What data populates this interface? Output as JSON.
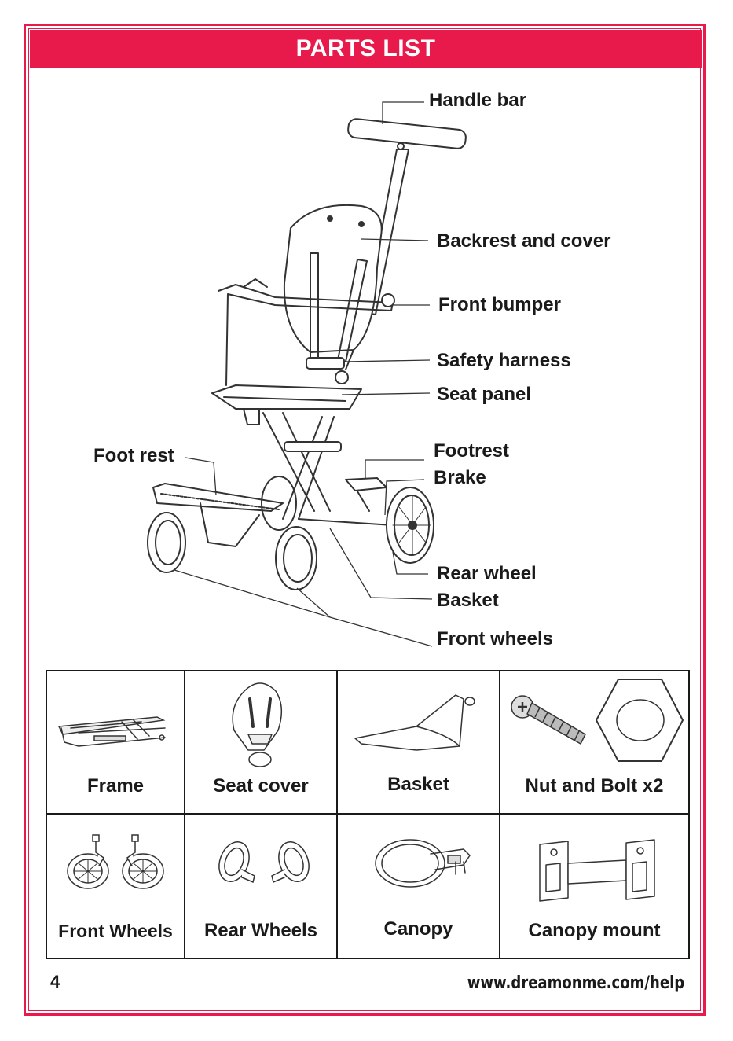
{
  "header": {
    "title": "PARTS LIST"
  },
  "diagram": {
    "labels": {
      "handle_bar": "Handle bar",
      "backrest": "Backrest and cover",
      "front_bumper": "Front bumper",
      "safety_harness": "Safety harness",
      "seat_panel": "Seat panel",
      "foot_rest": "Foot rest",
      "footrest": "Footrest",
      "brake": "Brake",
      "rear_wheel": "Rear wheel",
      "basket": "Basket",
      "front_wheels": "Front wheels"
    }
  },
  "parts": [
    {
      "label": "Frame"
    },
    {
      "label": "Seat cover"
    },
    {
      "label": "Basket"
    },
    {
      "label": "Nut and Bolt x2"
    },
    {
      "label": "Front Wheels"
    },
    {
      "label": "Rear Wheels"
    },
    {
      "label": "Canopy"
    },
    {
      "label": "Canopy mount"
    }
  ],
  "footer": {
    "page_number": "4",
    "url": "www.dreamonme.com/help"
  },
  "colors": {
    "accent": "#e8194b",
    "text": "#1a1a1a",
    "line": "#333333"
  }
}
